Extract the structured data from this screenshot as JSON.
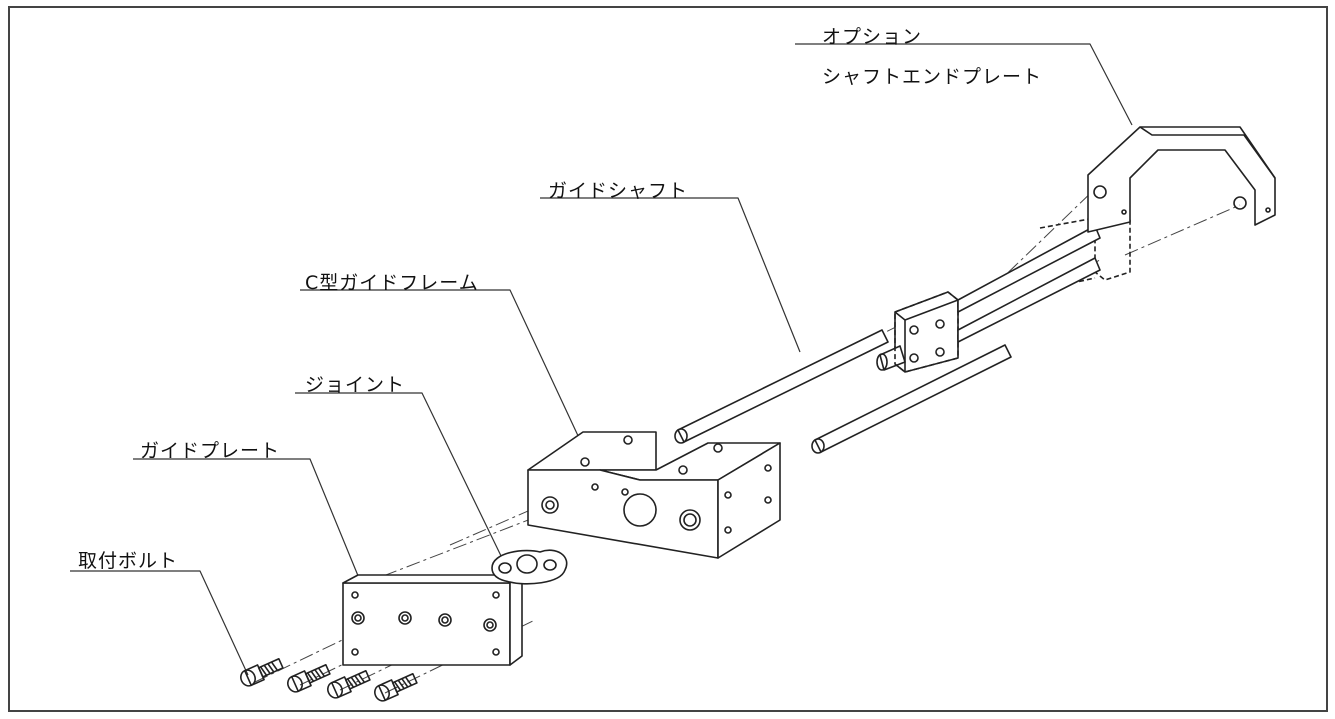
{
  "labels": {
    "option": "オプション",
    "shaft_end_plate": "シャフトエンドプレート",
    "guide_shaft": "ガイドシャフト",
    "c_guide_frame": "C型ガイドフレーム",
    "joint": "ジョイント",
    "guide_plate": "ガイドプレート",
    "mounting_bolt": "取付ボルト"
  }
}
